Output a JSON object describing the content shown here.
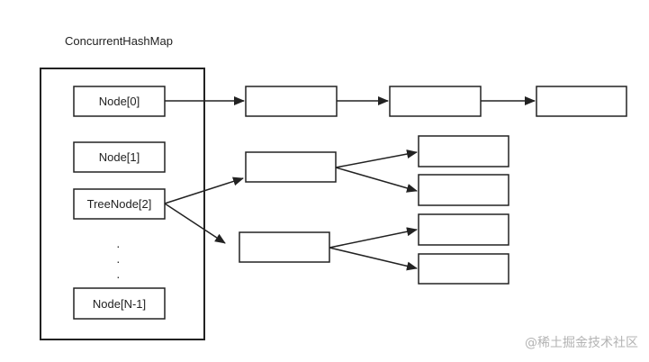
{
  "diagram": {
    "title": "ConcurrentHashMap",
    "table_nodes": [
      "Node[0]",
      "Node[1]",
      "TreeNode[2]",
      "Node[N-1]"
    ],
    "ellipsis": [
      "·",
      "·",
      "·"
    ],
    "colors": {
      "stroke": "#222222",
      "text": "#222222",
      "background": "#ffffff"
    }
  },
  "watermark": "@稀土掘金技术社区"
}
